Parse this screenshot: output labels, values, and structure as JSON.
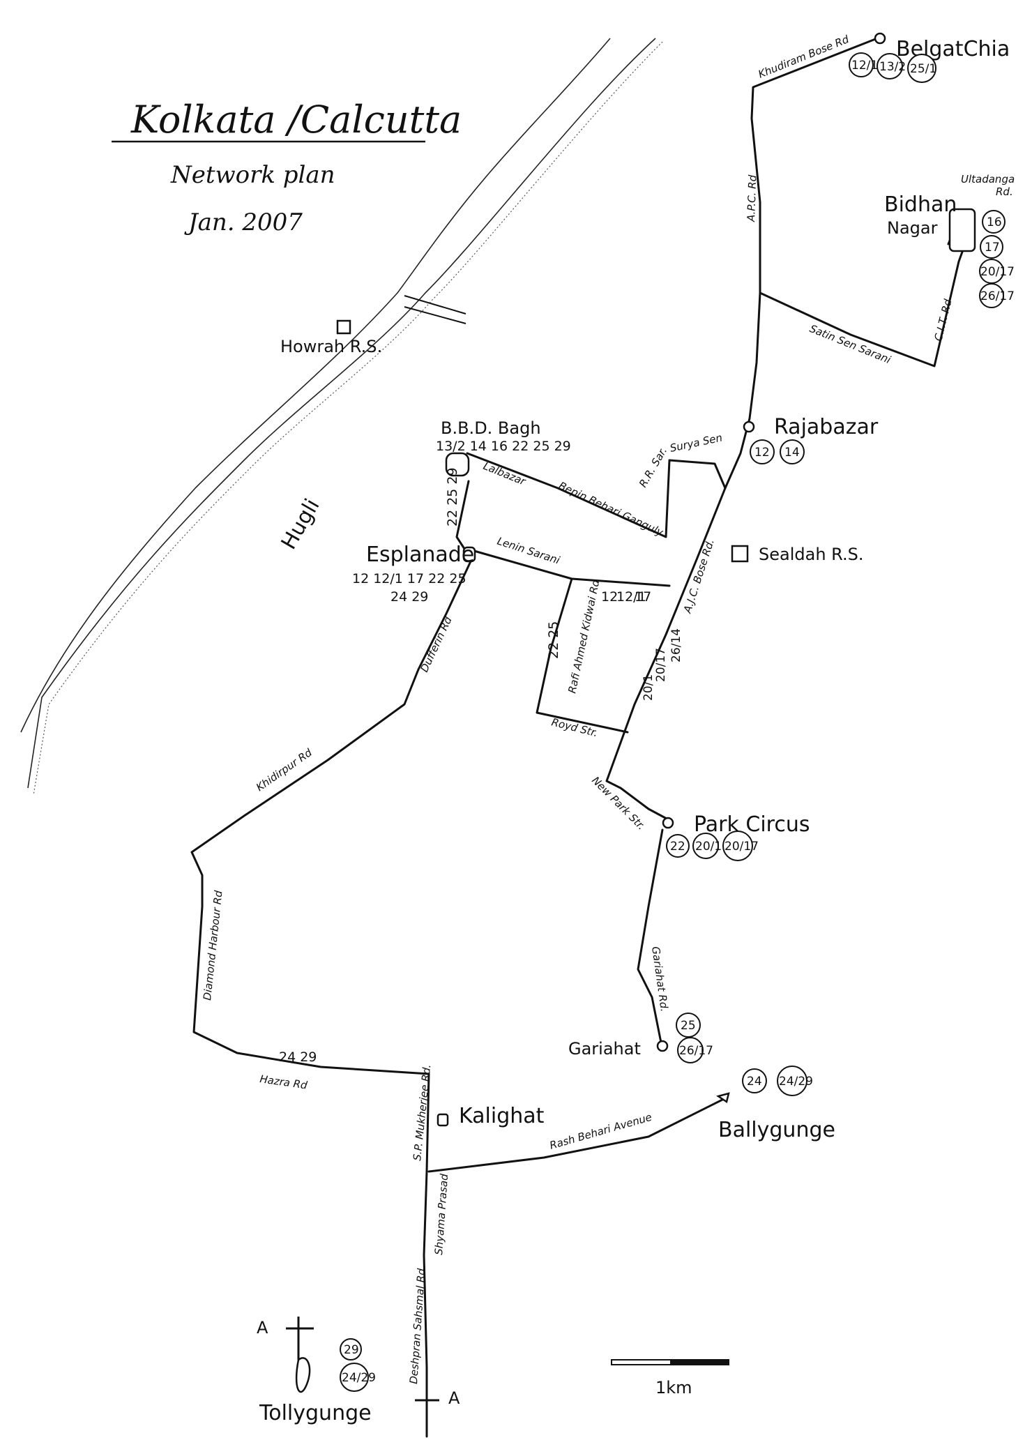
{
  "title": "Kolkata /Calcutta",
  "subtitle": "Network plan",
  "date": "Jan. 2007",
  "river": "Hugli",
  "stations": {
    "howrah": "Howrah R.S.",
    "sealdah": "Sealdah R.S."
  },
  "places": {
    "belgatchia": "BelgatChia",
    "bidhan_nagar": [
      "Bidhan",
      "Nagar"
    ],
    "ultadanga": [
      "Ultadanga",
      "Rd."
    ],
    "rajabazar": "Rajabazar",
    "bbd_bagh": "B.B.D. Bagh",
    "esplanade": "Esplanade",
    "park_circus": "Park Circus",
    "gariahat": "Gariahat",
    "kalighat": "Kalighat",
    "ballygunge": "Ballygunge",
    "tollygunge": "Tollygunge"
  },
  "routes_at": {
    "bbd_bagh": "13/2 14 16 22 25 29",
    "esplanade_1": "12 12/1 17 22 25",
    "esplanade_2": "24 29",
    "hazra": "24   29",
    "lenin_sarani": [
      "12",
      "12/1",
      "17"
    ],
    "rafi_ahmed": "22 25",
    "bbd_side": "22 25 29",
    "ajc_bose_1": "26/14",
    "ajc_bose_2": "20/17",
    "ajc_bose_3": "20/1"
  },
  "circled": {
    "belgatchia": [
      "12/1",
      "13/2",
      "25/1"
    ],
    "bidhan_nagar": [
      "16",
      "17",
      "20/17",
      "26/17"
    ],
    "rajabazar": [
      "12",
      "14"
    ],
    "park_circus": [
      "22",
      "20/1",
      "20/17"
    ],
    "gariahat": [
      "25",
      "26/17"
    ],
    "ballygunge": [
      "24",
      "24/29"
    ],
    "tollygunge": [
      "29",
      "24/29"
    ]
  },
  "roads": {
    "khudiram": "Khudiram Bose Rd",
    "apc": "A.P.C. Rd",
    "cit": "C.I.T. Rd",
    "satin_sen": "Satin Sen Sarani",
    "surya_sen": "Surya Sen",
    "rr_sar": "R.R. Sar.",
    "bepin": "Bepin Behari Ganguly",
    "lalbazar": "Lalbazar",
    "lenin": "Lenin Sarani",
    "ajc_bose": "A.J.C. Bose Rd.",
    "rafi": "Rafi Ahmed Kidwai Rd",
    "royd": "Royd Str.",
    "new_park": "New Park Str.",
    "dufferin": "Dufferin Rd",
    "khidirpur": "Khidirpur Rd",
    "diamond": "Diamond Harbour Rd",
    "hazra": "Hazra Rd",
    "gariahat_rd": "Gariahat Rd.",
    "rash_behari": "Rash Behari Avenue",
    "sp_mukherjee": "S.P. Mukherjee Rd.",
    "shyama": "Shyama Prasad",
    "deshpran": "Deshpran Sahsmal Rd."
  },
  "scale_label": "1km",
  "marker_a": "A"
}
